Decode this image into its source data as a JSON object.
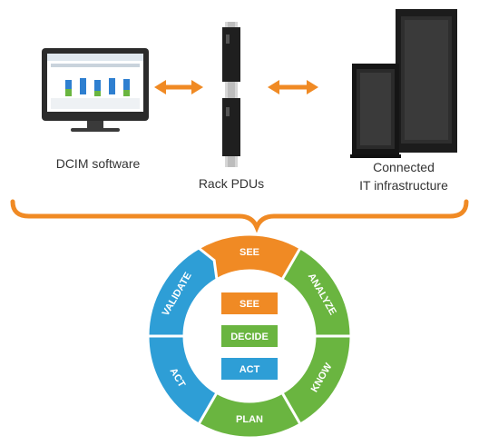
{
  "labels": {
    "dcim": "DCIM software",
    "pdus": "Rack PDUs",
    "it_line1": "Connected",
    "it_line2": "IT infrastructure"
  },
  "cycle": {
    "segments": [
      "SEE",
      "ANALYZE",
      "KNOW",
      "PLAN",
      "ACT",
      "VALIDATE"
    ],
    "center_steps": [
      "SEE",
      "DECIDE",
      "ACT"
    ]
  },
  "colors": {
    "orange": "#F08A24",
    "green": "#6AB540",
    "blue": "#2E9ED6",
    "monitor": "#2b2b2b",
    "rack": "#222222"
  },
  "icons": {
    "dcim": "monitor-icon",
    "pdu": "rack-pdu-icon",
    "it": "server-rack-icon",
    "arrow": "double-arrow-icon",
    "brace": "brace-icon"
  }
}
